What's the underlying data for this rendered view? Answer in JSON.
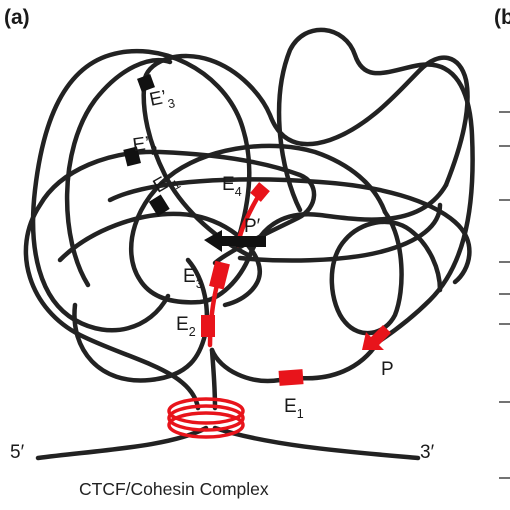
{
  "figure": {
    "panel_label": "(a)",
    "cut_panel_label": "(b",
    "caption": "CTCF/Cohesin Complex",
    "end_5": "5′",
    "end_3": "3′"
  },
  "labels": {
    "E4": {
      "main": "E",
      "sub": "4"
    },
    "P_prime": "P′",
    "E3": {
      "main": "E",
      "sub": "3"
    },
    "E2": {
      "main": "E",
      "sub": "2"
    },
    "P": "P",
    "E1": {
      "main": "E",
      "sub": "1"
    },
    "E3_prime": {
      "main": "E’",
      "sub": "3"
    },
    "E2_prime": {
      "main": "E’",
      "sub": "2"
    },
    "E1_prime": {
      "main": "E’",
      "sub": "1"
    }
  },
  "colors": {
    "chromatin": "#222222",
    "active_element": "#e8141b",
    "inactive_element": "#111111",
    "ring": "#e8141b",
    "axis_ticks": "#444444"
  }
}
